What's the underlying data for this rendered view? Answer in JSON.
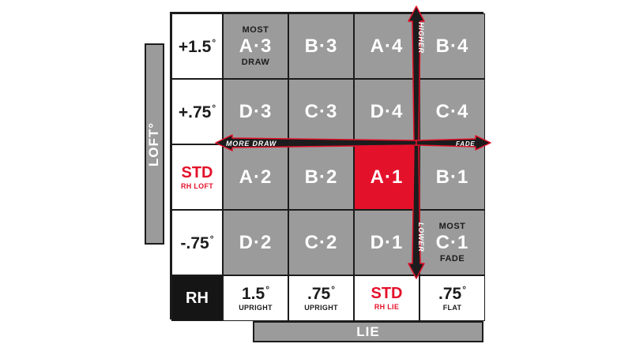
{
  "axes": {
    "loft_label": "LOFT°",
    "lie_label": "LIE"
  },
  "loft_rows": [
    {
      "sign": "+",
      "value": "1.5",
      "degree": "°"
    },
    {
      "sign": "+",
      "value": ".75",
      "degree": "°"
    },
    {
      "std": "STD",
      "sub": "RH LOFT"
    },
    {
      "sign": "-",
      "value": ".75",
      "degree": "°"
    }
  ],
  "cells": [
    {
      "code": "A·3",
      "top": "MOST",
      "bottom": "DRAW"
    },
    {
      "code": "B·3"
    },
    {
      "code": "A·4"
    },
    {
      "code": "B·4"
    },
    {
      "code": "D·3"
    },
    {
      "code": "C·3"
    },
    {
      "code": "D·4"
    },
    {
      "code": "C·4"
    },
    {
      "code": "A·2"
    },
    {
      "code": "B·2"
    },
    {
      "code": "A·1",
      "highlight": true
    },
    {
      "code": "B·1"
    },
    {
      "code": "D·2"
    },
    {
      "code": "C·2"
    },
    {
      "code": "D·1"
    },
    {
      "code": "C·1",
      "top": "MOST",
      "bottom": "FADE"
    }
  ],
  "hand": "RH",
  "lie_cols": [
    {
      "value": "1.5",
      "degree": "°",
      "sub": "UPRIGHT"
    },
    {
      "value": ".75",
      "degree": "°",
      "sub": "UPRIGHT"
    },
    {
      "std": "STD",
      "sub": "RH LIE"
    },
    {
      "value": ".75",
      "degree": "°",
      "sub": "FLAT"
    }
  ],
  "arrows": {
    "higher": "HIGHER",
    "lower": "LOWER",
    "more_draw": "MORE DRAW",
    "fade": "FADE"
  },
  "colors": {
    "accent_red": "#e4112b",
    "cell_gray": "#9b9b9b",
    "border": "#1c1c1c",
    "dark": "#151515"
  }
}
